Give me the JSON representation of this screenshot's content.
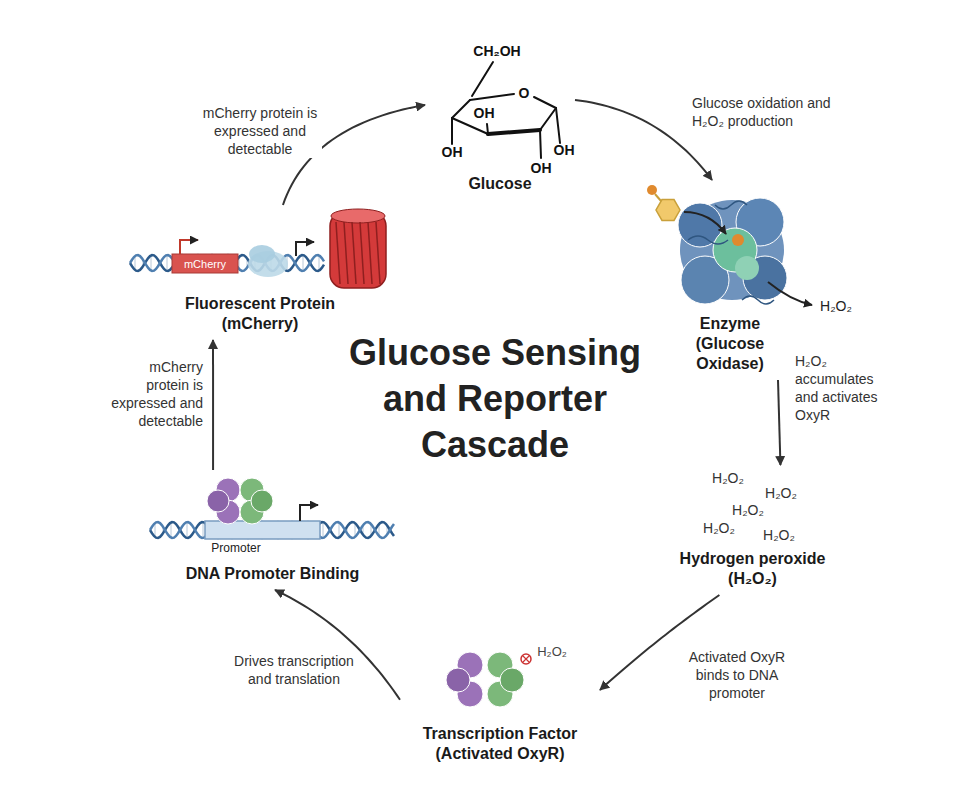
{
  "diagram": {
    "title": "Glucose Sensing and Reporter Cascade",
    "nodes": [
      {
        "text": [
          "Glucose"
        ]
      },
      {
        "text": [
          "Enzyme (Glucose Oxidase)"
        ]
      },
      {
        "text": [
          "Hydrogen peroxide (H₂O₂)"
        ]
      },
      {
        "text": [
          "Transcription Factor (Activated OxyR)"
        ]
      },
      {
        "text": [
          "DNA Promoter Binding"
        ]
      },
      {
        "text": [
          "Fluorescent Protein (mCherry)"
        ]
      }
    ],
    "edges": [
      {
        "from": 0,
        "to": 1,
        "arrow": "to",
        "label": "Glucose oxidation and H₂O₂ production"
      },
      {
        "from": 1,
        "to": 2,
        "arrow": "to",
        "label": "H₂O₂ accumulates and activates OxyR"
      },
      {
        "from": 2,
        "to": 3,
        "arrow": "to",
        "label": "Activated OxyR binds to DNA promoter"
      },
      {
        "from": 3,
        "to": 4,
        "arrow": "to",
        "label": "Drives transcription and translation"
      },
      {
        "from": 4,
        "to": 5,
        "arrow": "to",
        "label": "mCherry protein is expressed and detectable"
      },
      {
        "from": 5,
        "to": 0,
        "arrow": "to",
        "label": "mCherry protein is expressed and detectable"
      }
    ],
    "labels": [
      "CH₂OH",
      "O",
      "OH",
      "OH",
      "OH",
      "OH",
      "H₂O₂",
      "H₂O₂",
      "H₂O₂",
      "H₂O₂",
      "H₂O₂",
      "H₂O₂",
      "H₂O₂",
      "Promoter",
      "mCherry"
    ]
  }
}
